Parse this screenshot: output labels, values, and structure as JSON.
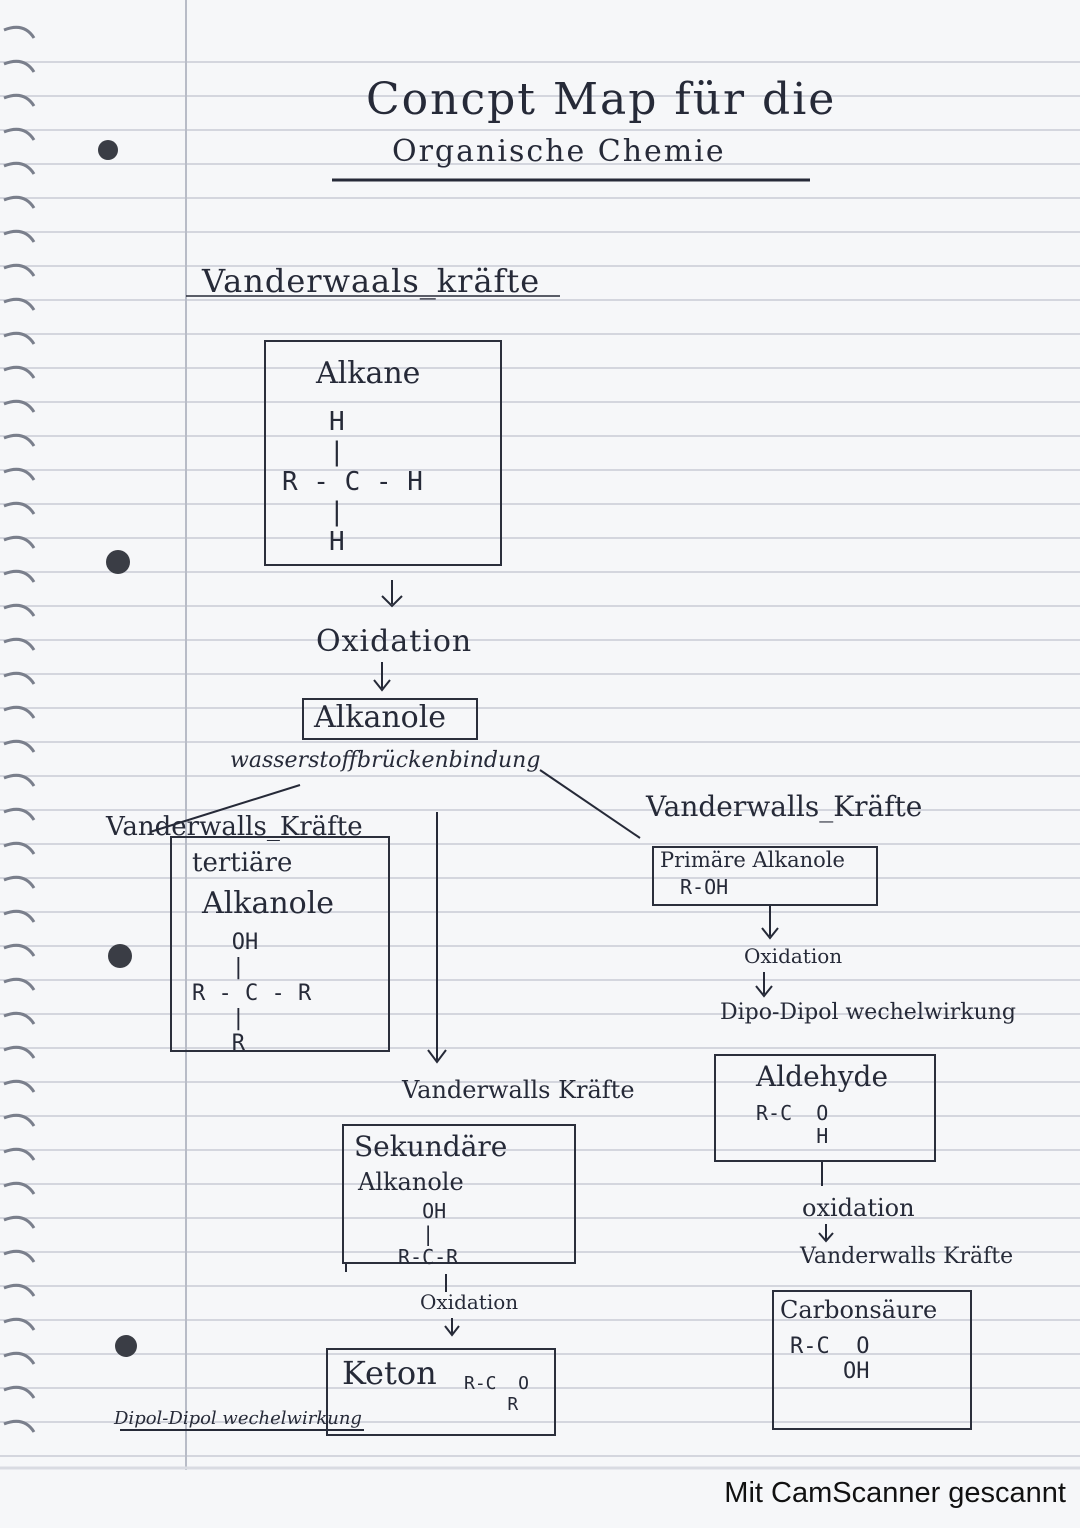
{
  "title": {
    "line1": "Concpt Map für die",
    "line2": "Organische Chemie"
  },
  "top_label": "Vanderwaals_kräfte",
  "alkane": {
    "name": "Alkane",
    "formula": "   H\n   |\nR - C - H\n   |\n   H"
  },
  "oxidation_1": "Oxidation",
  "alkanole": {
    "name": "Alkanole",
    "bond_label": "wasserstoffbrückenbindung"
  },
  "left_branch": {
    "label": "Vanderwalls_Kräfte",
    "name_line1": "tertiäre",
    "name_line2": "Alkanole",
    "formula": "   OH\n   |\nR - C - R\n   |\n   R"
  },
  "middle_branch": {
    "label": "Vanderwalls Kräfte",
    "name_line1": "Sekundäre",
    "name_line2": "Alkanole",
    "formula": "  OH\n  |\nR-C-R"
  },
  "middle_oxidation": "Oxidation",
  "keton": {
    "name": "Keton",
    "formula": "R-C  O\n    R"
  },
  "keton_force": "Dipol-Dipol wechelwirkung",
  "right_branch": {
    "label": "Vanderwalls_Kräfte",
    "name": "Primäre Alkanole",
    "formula": "R-OH"
  },
  "right_oxidation_1": "Oxidation",
  "right_force_1": "Dipo-Dipol wechelwirkung",
  "aldehyde": {
    "name": "Aldehyde",
    "formula": "R-C  O\n     H"
  },
  "right_oxidation_2": "oxidation",
  "right_force_2": "Vanderwalls Kräfte",
  "carbonsaure": {
    "name": "Carbonsäure",
    "formula": "R-C  O\n    OH"
  },
  "scanner_mark": "Mit CamScanner gescannt",
  "colors": {
    "paper": "#f6f7f9",
    "ink": "#262a38",
    "rule_line": "#c9ccd6",
    "margin_line": "#b8bcc7"
  }
}
